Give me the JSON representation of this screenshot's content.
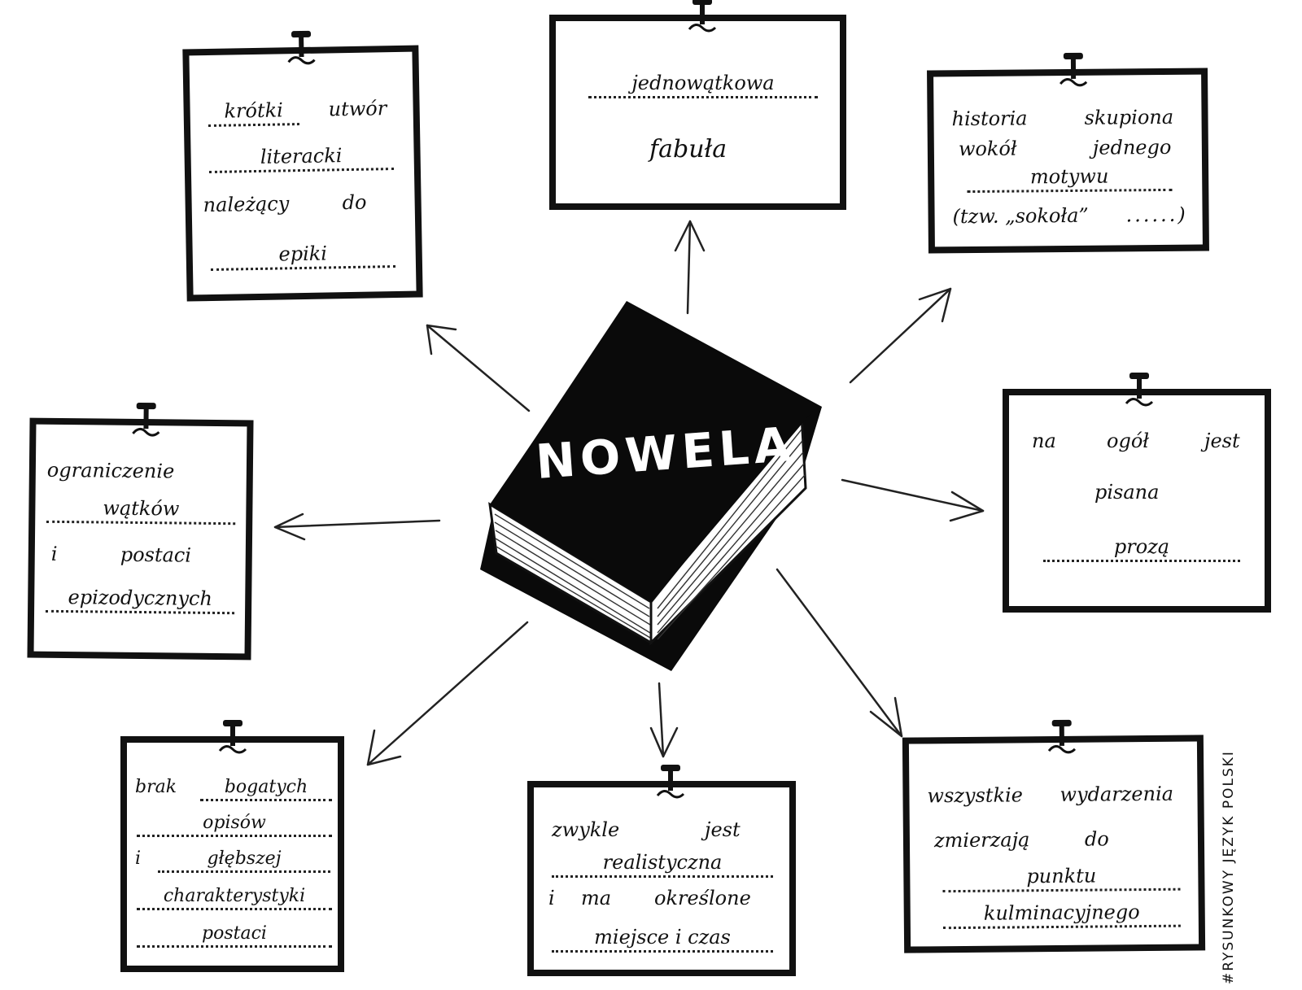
{
  "book": {
    "title": "NOWELA"
  },
  "cards": {
    "top_left": {
      "l1": "krótki",
      "l1b": "utwór",
      "l2": "literacki",
      "l3": "należący",
      "l3b": "do",
      "l4": "epiki"
    },
    "top_center": {
      "l1": "jednowątkowa",
      "l2": "fabuła"
    },
    "top_right": {
      "l1": "historia",
      "l1b": "skupiona",
      "l2": "wokół",
      "l2b": "jednego",
      "l3": "motywu",
      "l4": "(tzw. „sokoła”"
    },
    "right": {
      "l1": "na",
      "l1b": "ogół",
      "l1c": "jest",
      "l2": "pisana",
      "l3": "prozą"
    },
    "bottom_right": {
      "l1": "wszystkie",
      "l1b": "wydarzenia",
      "l2": "zmierzają",
      "l2b": "do",
      "l3": "punktu",
      "l4": "kulminacyjnego"
    },
    "bottom_center": {
      "l1": "zwykle",
      "l1b": "jest",
      "l2": "realistyczna",
      "l3": "i",
      "l3b": "ma",
      "l3c": "określone",
      "l4": "miejsce i czas"
    },
    "bottom_left": {
      "l1": "brak",
      "l1b": "bogatych",
      "l2": "opisów",
      "l3": "i",
      "l3b": "głębszej",
      "l4": "charakterystyki",
      "l5": "postaci"
    },
    "left": {
      "l1": "ograniczenie",
      "l2": "wątków",
      "l3": "i",
      "l3b": "postaci",
      "l4": "epizodycznych"
    }
  },
  "credit": "#RYSUNKOWY JĘZYK POLSKI",
  "colors": {
    "ink": "#111111",
    "paper": "#ffffff",
    "book": "#0a0a0a"
  }
}
